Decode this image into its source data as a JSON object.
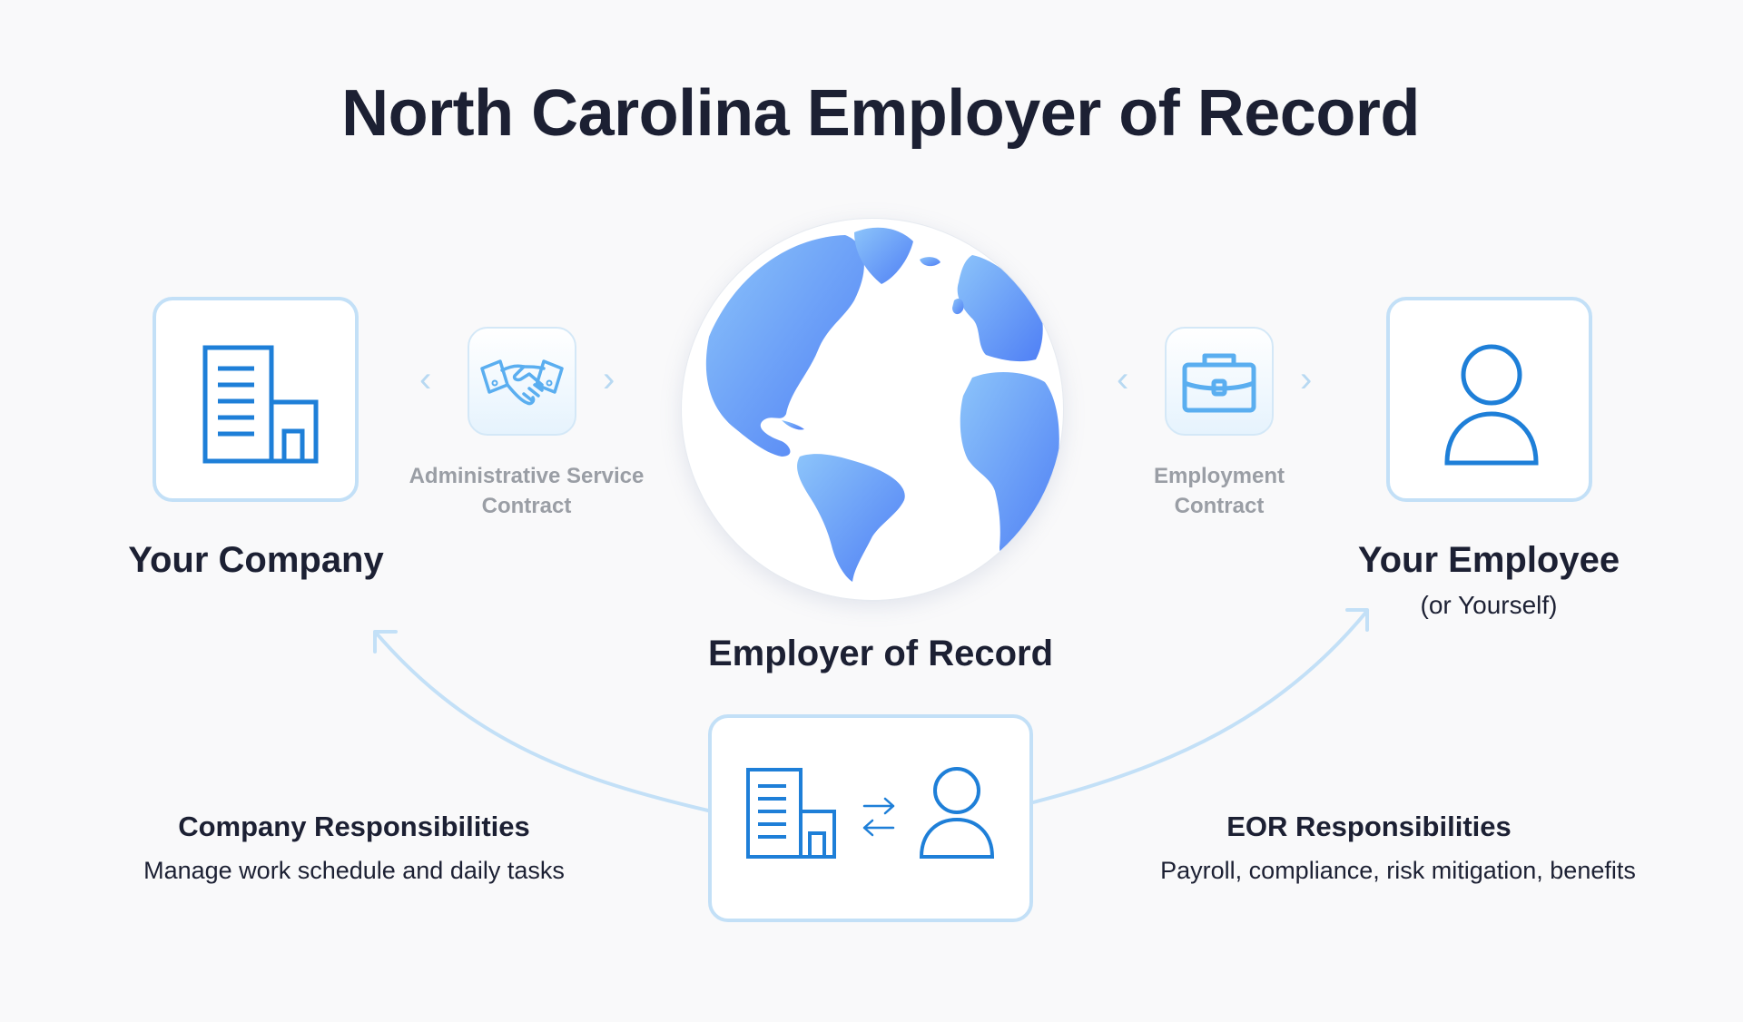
{
  "title": "North Carolina Employer of Record",
  "colors": {
    "background": "#f9f9fa",
    "text_dark": "#1c2033",
    "text_muted": "#9a9ea5",
    "icon_blue": "#1e7fd8",
    "icon_light_blue": "#5aaef0",
    "card_border": "#c3e0f7",
    "arrow": "#c3e0f7",
    "globe_land_top": "#8cc4fa",
    "globe_land_bottom": "#5283f5"
  },
  "nodes": {
    "company": {
      "label": "Your Company",
      "icon": "building-icon"
    },
    "employee": {
      "label": "Your Employee",
      "sublabel": "(or Yourself)",
      "icon": "person-icon"
    },
    "eor": {
      "label": "Employer of Record",
      "icon": "globe-icon"
    }
  },
  "contracts": {
    "admin": {
      "line1": "Administrative Service",
      "line2": "Contract",
      "icon": "handshake-icon"
    },
    "employment": {
      "line1": "Employment",
      "line2": "Contract",
      "icon": "briefcase-icon"
    }
  },
  "chevrons": {
    "left": "‹",
    "right": "›"
  },
  "responsibilities": {
    "company": {
      "title": "Company Responsibilities",
      "description": "Manage work schedule and daily tasks"
    },
    "eor": {
      "title": "EOR Responsibilities",
      "description": "Payroll, compliance, risk mitigation, benefits"
    }
  },
  "exchange_icon": "exchange-arrows-icon"
}
